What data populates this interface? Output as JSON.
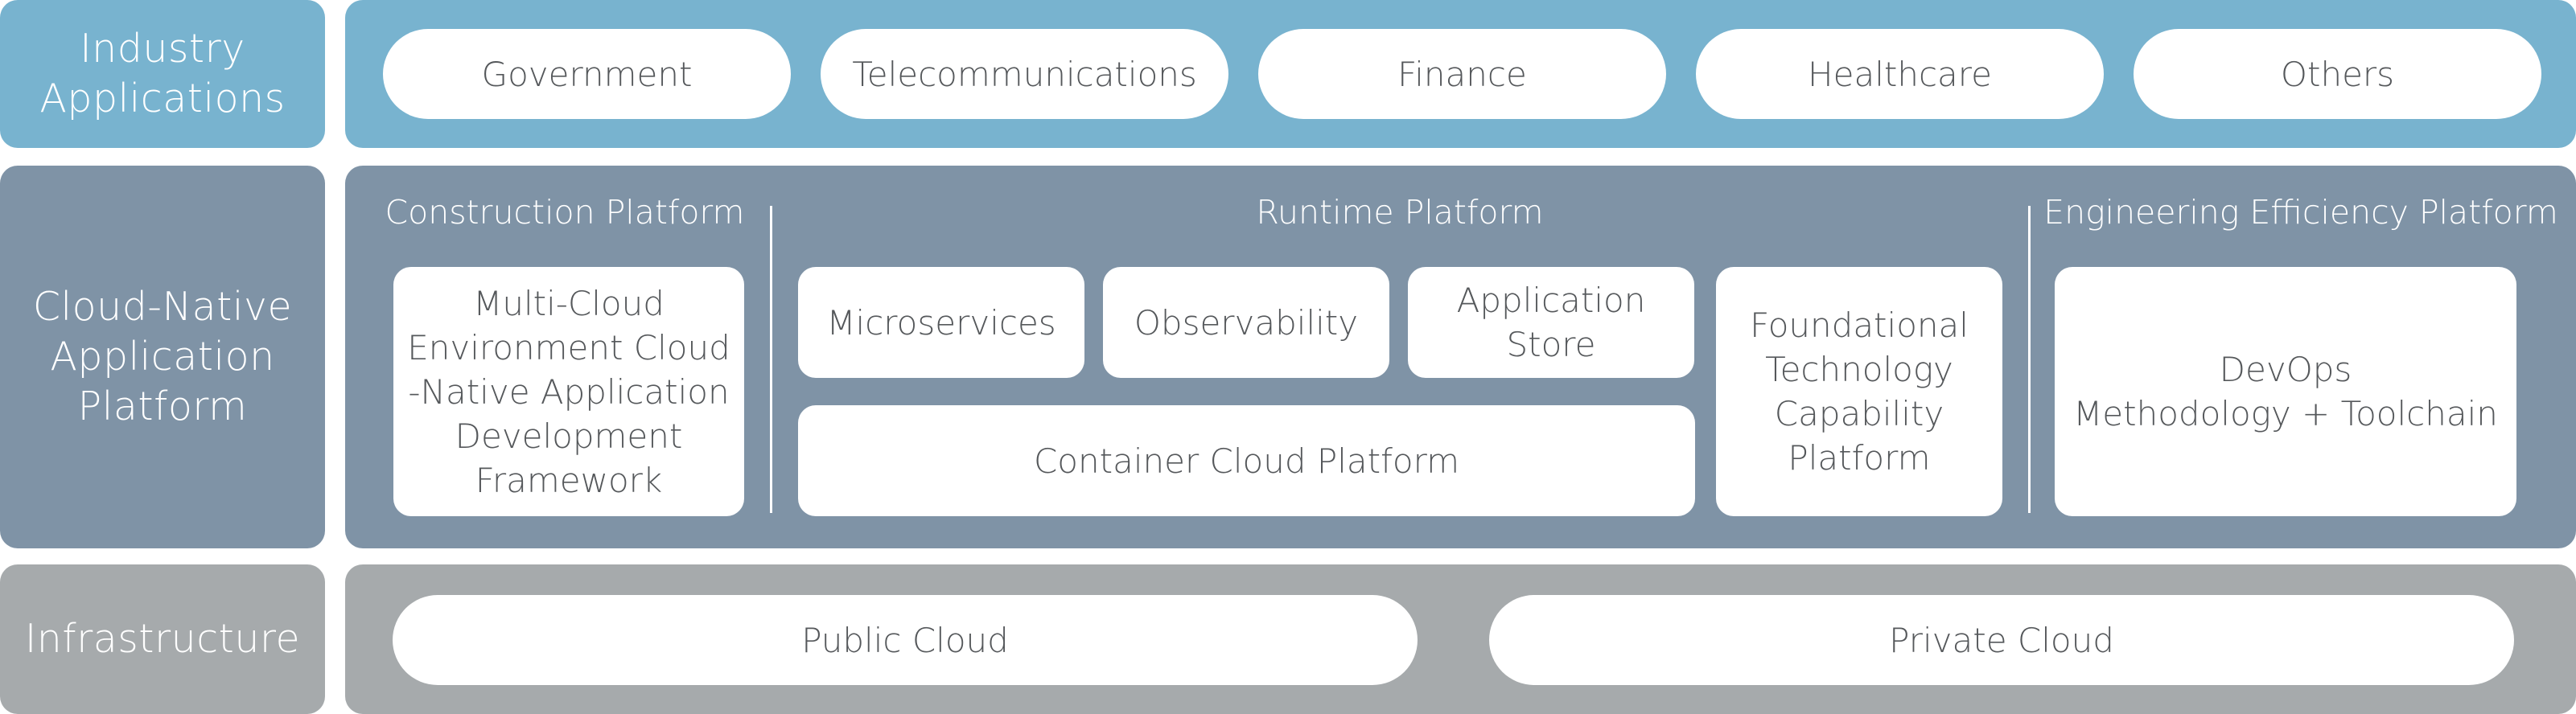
{
  "colors": {
    "industry": "#78b3cf",
    "platform": "#7f93a6",
    "infrastructure": "#a6aaac",
    "box_fill": "#ffffff",
    "box_text": "#55585b"
  },
  "layers": {
    "industry": {
      "label": "Industry\nApplications",
      "items": [
        "Government",
        "Telecommunications",
        "Finance",
        "Healthcare",
        "Others"
      ]
    },
    "platform": {
      "label": "Cloud-Native\nApplication\nPlatform",
      "construction": {
        "title": "Construction Platform",
        "box": "Multi-Cloud\nEnvironment Cloud\n-Native Application\nDevelopment\nFramework"
      },
      "runtime": {
        "title": "Runtime Platform",
        "boxes": [
          "Microservices",
          "Observability",
          "Application Store"
        ],
        "container": "Container Cloud Platform",
        "foundation": "Foundational\nTechnology\nCapability\nPlatform"
      },
      "engineering": {
        "title": "Engineering Efficiency Platform",
        "box": "DevOps\nMethodology + Toolchain"
      }
    },
    "infrastructure": {
      "label": "Infrastructure",
      "items": [
        "Public Cloud",
        "Private Cloud"
      ]
    }
  }
}
